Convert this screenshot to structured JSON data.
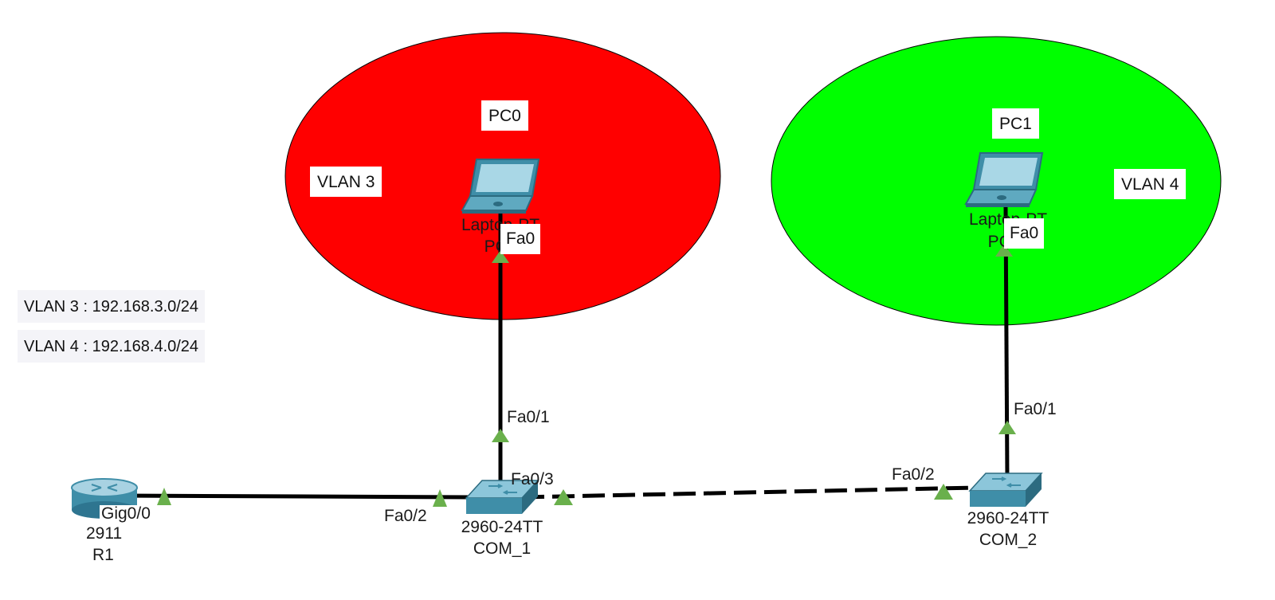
{
  "zones": [
    {
      "label": "VLAN 3",
      "color": "#ff0000"
    },
    {
      "label": "VLAN 4",
      "color": "#00ff00"
    }
  ],
  "notes": [
    "VLAN 3 : 192.168.3.0/24",
    "VLAN 4 : 192.168.4.0/24"
  ],
  "devices": {
    "pc0": {
      "name": "PC0",
      "model": "Laptop-PT",
      "port": "Fa0"
    },
    "pc1": {
      "name": "PC1",
      "model": "Laptop-PT",
      "port": "Fa0"
    },
    "r1": {
      "name": "R1",
      "model": "2911",
      "port": "Gig0/0"
    },
    "com1": {
      "name": "COM_1",
      "model": "2960-24TT",
      "port_pc": "Fa0/1",
      "port_r1": "Fa0/2",
      "port_trunk": "Fa0/3"
    },
    "com2": {
      "name": "COM_2",
      "model": "2960-24TT",
      "port_pc": "Fa0/1",
      "port_trunk": "Fa0/2"
    }
  },
  "links": [
    {
      "from": "pc0",
      "to": "com1",
      "style": "solid"
    },
    {
      "from": "pc1",
      "to": "com2",
      "style": "solid"
    },
    {
      "from": "r1",
      "to": "com1",
      "style": "solid"
    },
    {
      "from": "com1",
      "to": "com2",
      "style": "dashed"
    }
  ],
  "colors": {
    "link": "#000000",
    "link_up": "#6ab04c",
    "device": "#4a90a8"
  }
}
